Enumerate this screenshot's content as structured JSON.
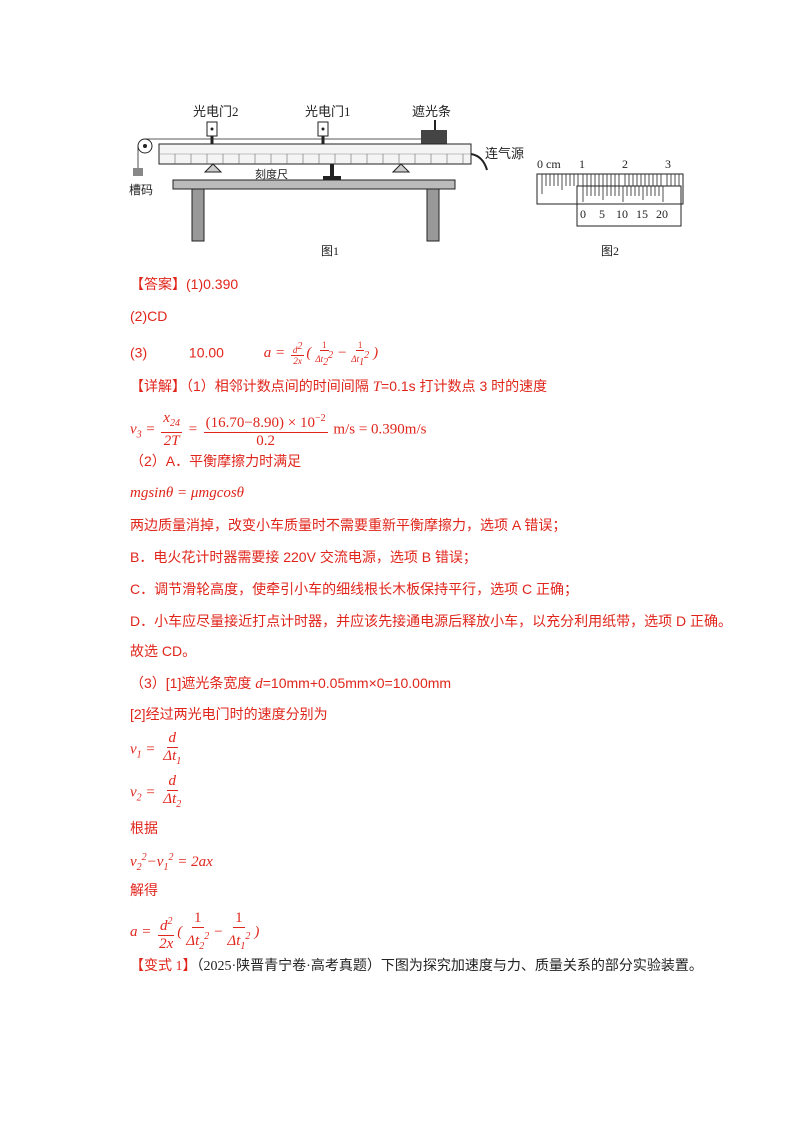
{
  "figure1": {
    "gate2": "光电门2",
    "gate1": "光电门1",
    "shade": "遮光条",
    "air": "连气源",
    "weight": "槽码",
    "ruler": "刻度尺",
    "caption": "图1"
  },
  "figure2": {
    "main_labels": [
      "0 cm",
      "1",
      "2",
      "3"
    ],
    "vernier_labels": [
      "0",
      "5",
      "10",
      "15",
      "20"
    ],
    "caption": "图2"
  },
  "answer": {
    "tag": "【答案】",
    "p1": "(1)0.390",
    "p2": "(2)CD",
    "p3_num": "(3)",
    "p3_val": "10.00"
  },
  "detail": {
    "tag": "【详解】",
    "l1a": "（1）相邻计数点间的时间间隔 ",
    "l1b": "=0.1s 打计数点 3 时的速度",
    "l1_var": "T",
    "eq1": {
      "lhs": "v",
      "lhs_sub": "3",
      "x": "x",
      "x_sub": "24",
      "den": "2T",
      "num2": "(16.70−8.90) × 10",
      "exp": "−2",
      "den2": "0.2",
      "unit": "m/s = 0.390m/s"
    },
    "l2": "（2）A．平衡摩擦力时满足",
    "eq2": "mgsinθ = μmgcosθ",
    "l3": "两边质量消掉，改变小车质量时不需要重新平衡摩擦力，选项 A 错误；",
    "l4": "B．电火花计时器需要接 220V 交流电源，选项 B 错误；",
    "l5": "C．调节滑轮高度，使牵引小车的细线根长木板保持平行，选项 C 正确；",
    "l6": "D．小车应尽量接近打点计时器，并应该先接通电源后释放小车，以充分利用纸带，选项 D 正确。",
    "l7": "故选 CD。",
    "l8a": "（3）[1]遮光条宽度 ",
    "l8_var": "d",
    "l8b": "=10mm+0.05mm×0=10.00mm",
    "l9": "[2]经过两光电门时的速度分别为",
    "l10": "根据",
    "l11": "解得"
  },
  "variant": {
    "tag": "【变式 1】",
    "text": "（2025·陕晋青宁卷·高考真题）下图为探究加速度与力、质量关系的部分实验装置。"
  }
}
